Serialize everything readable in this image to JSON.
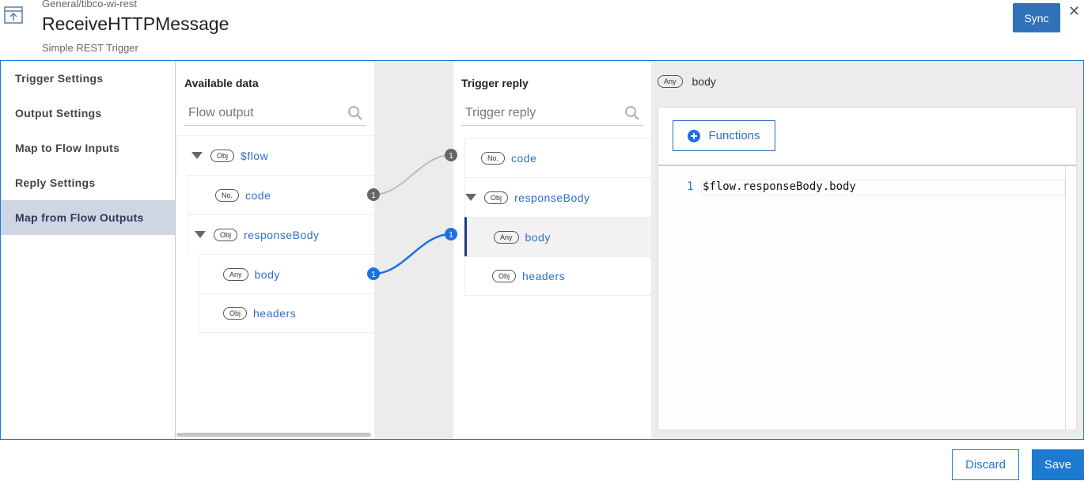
{
  "header": {
    "breadcrumb": "General/tibco-wi-rest",
    "title": "ReceiveHTTPMessage",
    "subtitle": "Simple REST Trigger",
    "sync_label": "Sync",
    "close_label": "✕"
  },
  "sidebar": {
    "items": [
      {
        "label": "Trigger Settings"
      },
      {
        "label": "Output Settings"
      },
      {
        "label": "Map to Flow Inputs"
      },
      {
        "label": "Reply Settings"
      },
      {
        "label": "Map from Flow Outputs",
        "active": true
      }
    ]
  },
  "available": {
    "title": "Available data",
    "search_placeholder": "Flow output",
    "rows": [
      {
        "type": "Obj",
        "name": "$flow"
      },
      {
        "type": "No.",
        "name": "code",
        "count": "1"
      },
      {
        "type": "Obj",
        "name": "responseBody"
      },
      {
        "type": "Any",
        "name": "body",
        "count": "1"
      },
      {
        "type": "Obj",
        "name": "headers"
      }
    ]
  },
  "reply": {
    "title": "Trigger reply",
    "search_placeholder": "Trigger reply",
    "rows": [
      {
        "type": "No.",
        "name": "code",
        "count": "1"
      },
      {
        "type": "Obj",
        "name": "responseBody"
      },
      {
        "type": "Any",
        "name": "body",
        "count": "1"
      },
      {
        "type": "Obj",
        "name": "headers"
      }
    ]
  },
  "editor": {
    "type": "Any",
    "field": "body",
    "functions_label": "Functions",
    "line_no": "1",
    "expression": "$flow.responseBody.body"
  },
  "footer": {
    "discard_label": "Discard",
    "save_label": "Save"
  },
  "colors": {
    "accent": "#1c7ad0",
    "active_sidebar": "#cfd6e3",
    "link": "#2f6fc8"
  }
}
